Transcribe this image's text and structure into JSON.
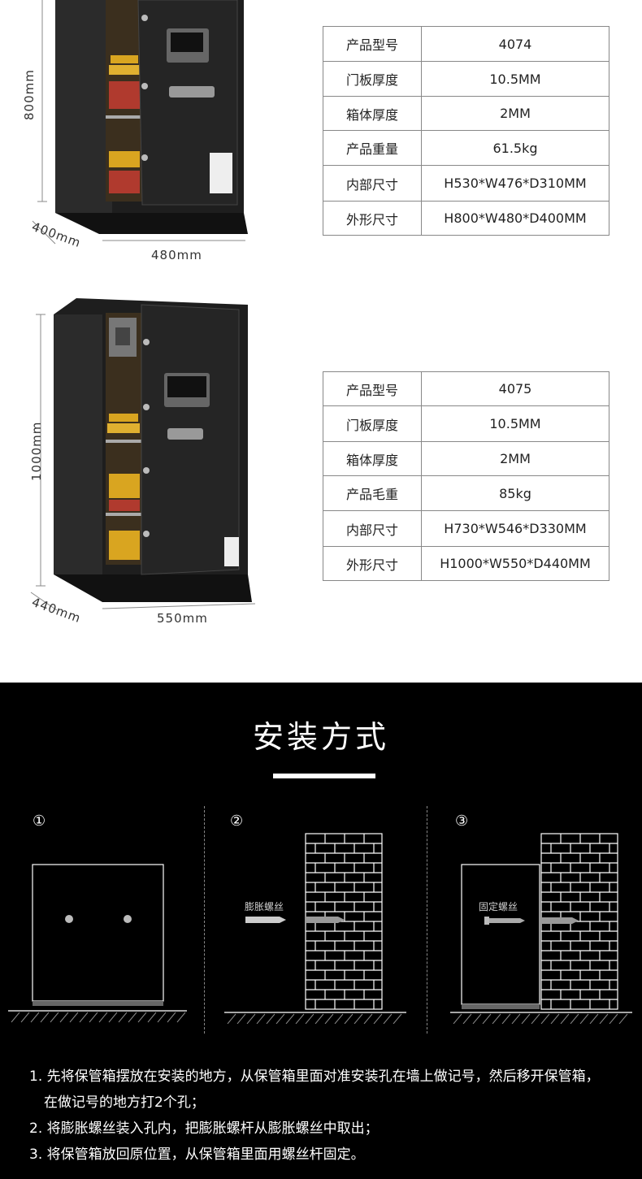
{
  "products": [
    {
      "dims": {
        "height": "800mm",
        "depth": "400mm",
        "width": "480mm"
      },
      "specs": [
        {
          "key": "产品型号",
          "value": "4074"
        },
        {
          "key": "门板厚度",
          "value": "10.5MM"
        },
        {
          "key": "箱体厚度",
          "value": "2MM"
        },
        {
          "key": "产品重量",
          "value": "61.5kg"
        },
        {
          "key": "内部尺寸",
          "value": "H530*W476*D310MM"
        },
        {
          "key": "外形尺寸",
          "value": "H800*W480*D400MM"
        }
      ]
    },
    {
      "dims": {
        "height": "1000mm",
        "depth": "440mm",
        "width": "550mm"
      },
      "specs": [
        {
          "key": "产品型号",
          "value": "4075"
        },
        {
          "key": "门板厚度",
          "value": "10.5MM"
        },
        {
          "key": "箱体厚度",
          "value": "2MM"
        },
        {
          "key": "产品毛重",
          "value": "85kg"
        },
        {
          "key": "内部尺寸",
          "value": "H730*W546*D330MM"
        },
        {
          "key": "外形尺寸",
          "value": "H1000*W550*D440MM"
        }
      ]
    }
  ],
  "install": {
    "title": "安装方式",
    "steps": [
      {
        "num": "①"
      },
      {
        "num": "②",
        "label": "膨胀螺丝"
      },
      {
        "num": "③",
        "label": "固定螺丝"
      }
    ],
    "instructions": [
      "1. 先将保管箱摆放在安装的地方，从保管箱里面对准安装孔在墙上做记号，然后移开保管箱，",
      "在做记号的地方打2个孔；",
      "2. 将膨胀螺丝装入孔内，把膨胀螺杆从膨胀螺丝中取出；",
      "3. 将保管箱放回原位置，从保管箱里面用螺丝杆固定。"
    ]
  },
  "colors": {
    "section_bg": "#000000",
    "safe_body": "#2a2a2a",
    "gold": "#d9a520",
    "book": "#b03a2e"
  }
}
